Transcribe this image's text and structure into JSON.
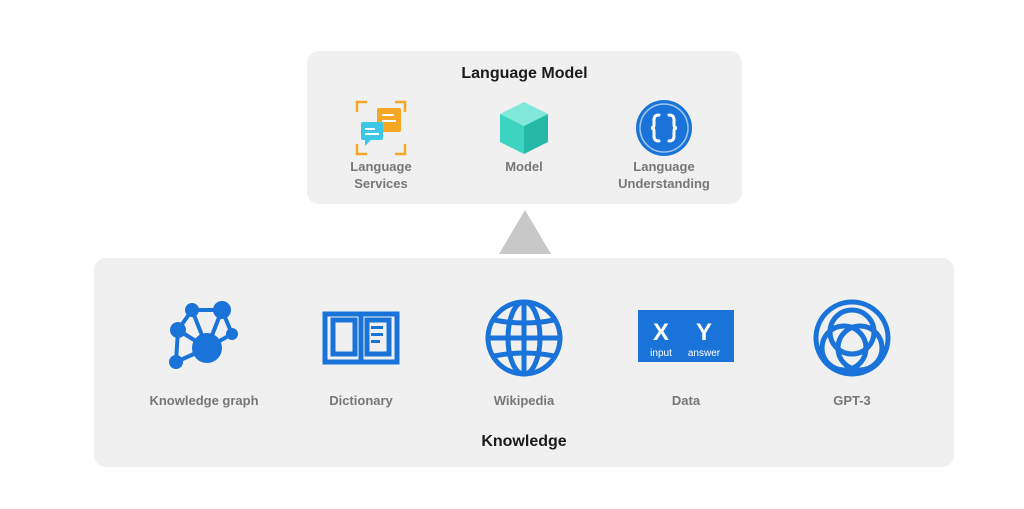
{
  "language_model": {
    "title": "Language Model",
    "items": [
      {
        "label": "Language\nServices",
        "icon": "language-services-icon"
      },
      {
        "label": "Model",
        "icon": "cube-icon"
      },
      {
        "label": "Language\nUnderstanding",
        "icon": "braces-icon"
      }
    ]
  },
  "knowledge": {
    "title": "Knowledge",
    "items": [
      {
        "label": "Knowledge graph",
        "icon": "knowledge-graph-icon"
      },
      {
        "label": "Dictionary",
        "icon": "book-icon"
      },
      {
        "label": "Wikipedia",
        "icon": "globe-icon"
      },
      {
        "label": "Data",
        "icon": "xy-data-icon"
      },
      {
        "label": "GPT-3",
        "icon": "gpt3-rings-icon"
      }
    ]
  },
  "data_icon": {
    "x": "X",
    "y": "Y",
    "x_sub": "input",
    "y_sub": "answer"
  },
  "colors": {
    "accent": "#1a73d9",
    "panel": "#f0f0f0",
    "arrow": "#c8c8c8",
    "orange": "#f5a623",
    "teal": "#3cd3c0"
  }
}
